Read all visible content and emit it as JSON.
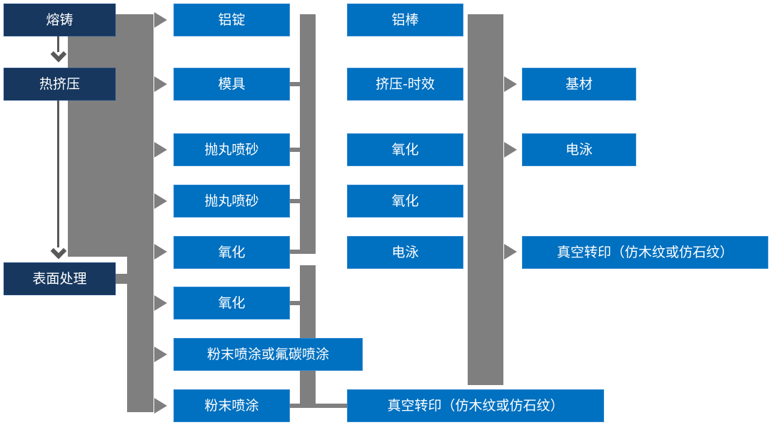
{
  "colors": {
    "stage_box": "#17375E",
    "process_box": "#0070C0",
    "connector": "#7F7F7F",
    "arrow_dark": "#595959",
    "text": "#FFFFFF"
  },
  "columns": {
    "stages": [
      {
        "label": "熔铸"
      },
      {
        "label": "热挤压"
      },
      {
        "label": "表面处理"
      }
    ],
    "process1": [
      {
        "label": "铝锭"
      },
      {
        "label": "模具"
      },
      {
        "label": "抛丸喷砂"
      },
      {
        "label": "抛丸喷砂"
      },
      {
        "label": "氧化"
      },
      {
        "label": "氧化"
      },
      {
        "label": "粉末喷涂或氟碳喷涂"
      },
      {
        "label": "粉末喷涂"
      }
    ],
    "process2": [
      {
        "label": "铝棒"
      },
      {
        "label": "挤压-时效"
      },
      {
        "label": "氧化"
      },
      {
        "label": "氧化"
      },
      {
        "label": "电泳"
      },
      {
        "label": "真空转印（仿木纹或仿石纹）"
      }
    ],
    "outputs": [
      {
        "label": "基材"
      },
      {
        "label": "电泳"
      },
      {
        "label": "真空转印（仿木纹或仿石纹）"
      }
    ]
  }
}
